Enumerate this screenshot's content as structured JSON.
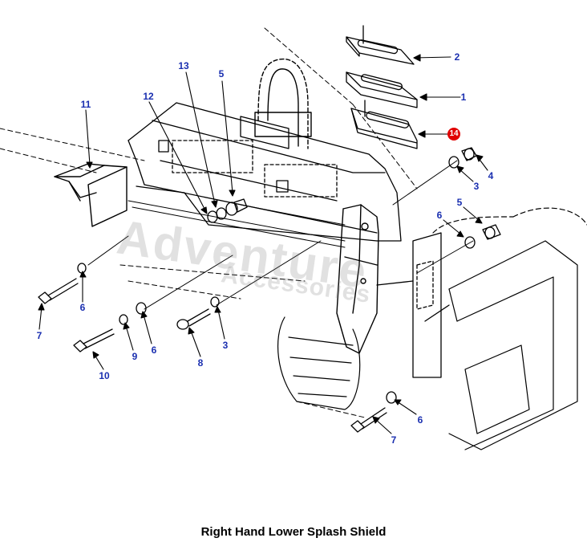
{
  "caption": "Right Hand Lower Splash Shield",
  "watermark": {
    "line1": "Adventure",
    "line2": "Accessories"
  },
  "colors": {
    "callout": "#1a2fb0",
    "highlight": "#e00000",
    "line": "#000000"
  },
  "callouts": [
    {
      "id": "2",
      "label": "2"
    },
    {
      "id": "1",
      "label": "1"
    },
    {
      "id": "14",
      "label": "14",
      "highlighted": true
    },
    {
      "id": "4",
      "label": "4"
    },
    {
      "id": "3a",
      "label": "3"
    },
    {
      "id": "5a",
      "label": "5"
    },
    {
      "id": "6a",
      "label": "6"
    },
    {
      "id": "13",
      "label": "13"
    },
    {
      "id": "5b",
      "label": "5"
    },
    {
      "id": "12",
      "label": "12"
    },
    {
      "id": "11",
      "label": "11"
    },
    {
      "id": "6b",
      "label": "6"
    },
    {
      "id": "7a",
      "label": "7"
    },
    {
      "id": "9",
      "label": "9"
    },
    {
      "id": "6c",
      "label": "6"
    },
    {
      "id": "10",
      "label": "10"
    },
    {
      "id": "8",
      "label": "8"
    },
    {
      "id": "3b",
      "label": "3"
    },
    {
      "id": "6d",
      "label": "6"
    },
    {
      "id": "7b",
      "label": "7"
    }
  ]
}
